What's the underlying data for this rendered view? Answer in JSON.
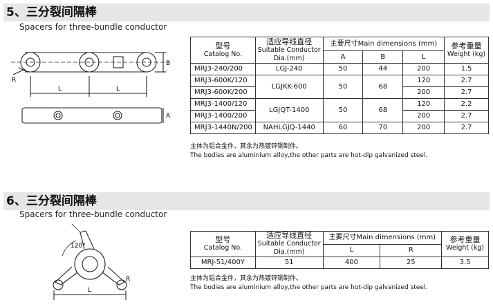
{
  "section1": {
    "title": "5、三分裂间隔棒",
    "subtitle": "Spacers for three-bundle conductor",
    "drawing_labels": {
      "r": "R",
      "l1": "L",
      "l2": "L",
      "b": "B",
      "a": "A"
    },
    "table": {
      "h_model_cn": "型号",
      "h_model_en": "Catalog No.",
      "h_cond_cn": "适应导线直径",
      "h_cond_en1": "Suitable Conductor",
      "h_cond_en2": "Dia.(mm)",
      "h_dims": "主要尺寸Main dimensions (mm)",
      "h_weight_cn": "参考重量",
      "h_weight_en": "Weight (kg)",
      "h_a": "A",
      "h_b": "B",
      "h_l": "L",
      "rows": [
        [
          "MRJ3-240/200",
          "LGJ-240",
          "50",
          "44",
          "200",
          "1.5"
        ],
        [
          "MRJ3-600K/120",
          "LGJKK-600",
          "50",
          "68",
          "120",
          "2.7"
        ],
        [
          "MRJ3-600K/200",
          "",
          "",
          "",
          "200",
          "2.7"
        ],
        [
          "MRJ3-1400/120",
          "LGJQT-1400",
          "50",
          "68",
          "120",
          "2.2"
        ],
        [
          "MRJ3-1400/200",
          "",
          "",
          "",
          "200",
          "2.7"
        ],
        [
          "MRJ3-1440N/200",
          "NAHLGJQ-1440",
          "60",
          "70",
          "200",
          "2.7"
        ]
      ]
    },
    "note_cn": "主体为铝合金件，其余为热镀锌钢制件。",
    "note_en": "The bodies are aluminium alloy,the other parts are hot-dip galvanized steel."
  },
  "section2": {
    "title": "6、三分裂间隔棒",
    "subtitle": "Spacers for three-bundle conductor",
    "drawing_labels": {
      "angle": "120°",
      "r": "R",
      "l": "L"
    },
    "table": {
      "h_model_cn": "型号",
      "h_model_en": "Catalog No.",
      "h_cond_cn": "适应导线直径",
      "h_cond_en1": "Suitable Conductor",
      "h_cond_en2": "Dia.(mm)",
      "h_dims": "主要尺寸Main dimensions (mm)",
      "h_weight_cn": "参考重量",
      "h_weight_en": "Weight (kg)",
      "h_l": "L",
      "h_r": "R",
      "row": [
        "MRJ-51/400Y",
        "51",
        "400",
        "25",
        "3.5"
      ]
    },
    "note_cn": "主体为铝合金件，其余为热镀锌钢制件。",
    "note_en": "The bodies are aluminium alloy,the other parts are hot-dip galvanized steel."
  }
}
